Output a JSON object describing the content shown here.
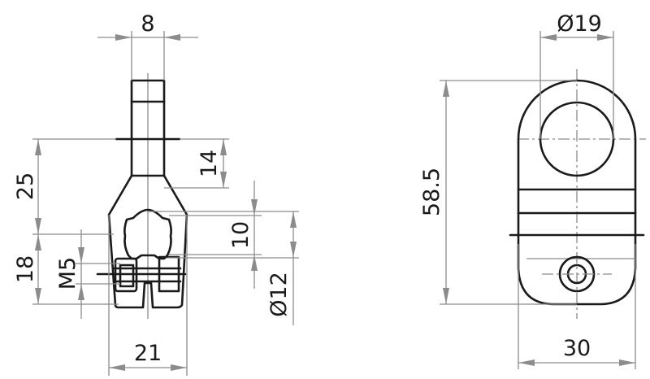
{
  "drawing": {
    "title": "Clamp technical drawing",
    "colors": {
      "outline": "#1a1a1a",
      "dimension": "#8c8c8c",
      "background": "#ffffff"
    },
    "side_view": {
      "dimensions": {
        "width_top": "8",
        "height_upper": "25",
        "height_neck": "14",
        "height_hole": "10",
        "height_lower": "18",
        "thread": "M5",
        "bore_diameter": "Ø12",
        "width_bottom": "21"
      }
    },
    "front_view": {
      "dimensions": {
        "hole_diameter": "Ø19",
        "total_height": "58.5",
        "total_width": "30"
      }
    }
  }
}
